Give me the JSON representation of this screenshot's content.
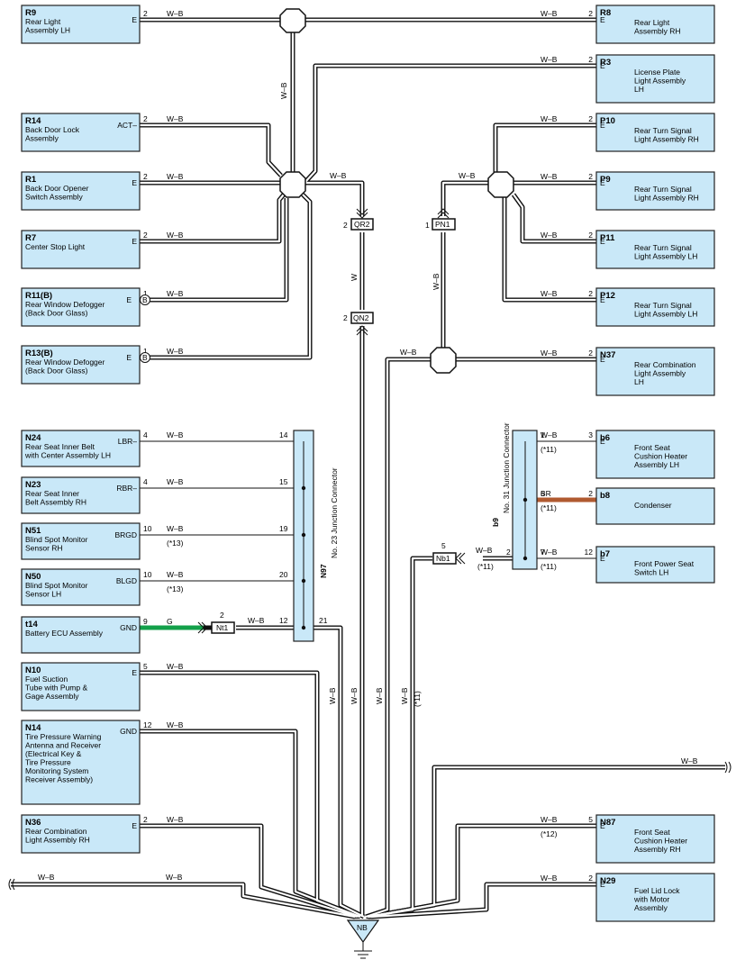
{
  "components": [
    {
      "id": "r9",
      "code": "R9",
      "lines": [
        "Rear Light",
        "Assembly LH"
      ],
      "pin_label": "E",
      "pin": "2",
      "wire": "W–B"
    },
    {
      "id": "r14",
      "code": "R14",
      "lines": [
        "Back Door Lock",
        "Assembly"
      ],
      "pin_label": "ACT–",
      "pin": "2",
      "wire": "W–B"
    },
    {
      "id": "r1",
      "code": "R1",
      "lines": [
        "Back Door Opener",
        "Switch Assembly"
      ],
      "pin_label": "E",
      "pin": "2",
      "wire": "W–B"
    },
    {
      "id": "r7",
      "code": "R7",
      "lines": [
        "Center Stop Light"
      ],
      "pin_label": "E",
      "pin": "2",
      "wire": "W–B"
    },
    {
      "id": "r11",
      "code": "R11(B)",
      "lines": [
        "Rear Window Defogger",
        "(Back Door Glass)"
      ],
      "pin_label": "E",
      "pin": "1",
      "wire": "W–B"
    },
    {
      "id": "r13",
      "code": "R13(B)",
      "lines": [
        "Rear Window Defogger",
        "(Back Door Glass)"
      ],
      "pin_label": "E",
      "pin": "1",
      "wire": "W–B"
    },
    {
      "id": "n24",
      "code": "N24",
      "lines": [
        "Rear Seat Inner Belt",
        "with Center Assembly LH"
      ],
      "pin_label": "LBR–",
      "pin": "4",
      "wire": "W–B"
    },
    {
      "id": "n23",
      "code": "N23",
      "lines": [
        "Rear Seat Inner",
        "Belt Assembly RH"
      ],
      "pin_label": "RBR–",
      "pin": "4",
      "wire": "W–B"
    },
    {
      "id": "n51",
      "code": "N51",
      "lines": [
        "Blind Spot Monitor",
        "Sensor RH"
      ],
      "pin_label": "BRGD",
      "pin": "10",
      "wire": "W–B",
      "note": "(*13)"
    },
    {
      "id": "n50",
      "code": "N50",
      "lines": [
        "Blind Spot Monitor",
        "Sensor LH"
      ],
      "pin_label": "BLGD",
      "pin": "10",
      "wire": "W–B",
      "note": "(*13)"
    },
    {
      "id": "t14",
      "code": "t14",
      "lines": [
        "Battery ECU Assembly"
      ],
      "pin_label": "GND",
      "pin": "9",
      "wire": "G"
    },
    {
      "id": "n10",
      "code": "N10",
      "lines": [
        "Fuel Suction",
        "Tube with Pump &",
        "Gage Assembly"
      ],
      "pin_label": "E",
      "pin": "5",
      "wire": "W–B"
    },
    {
      "id": "n14",
      "code": "N14",
      "lines": [
        "Tire Pressure Warning",
        "Antenna and Receiver",
        "(Electrical Key &",
        "Tire Pressure",
        "Monitoring System",
        "Receiver Assembly)"
      ],
      "pin_label": "GND",
      "pin": "12",
      "wire": "W–B"
    },
    {
      "id": "n36",
      "code": "N36",
      "lines": [
        "Rear Combination",
        "Light Assembly RH"
      ],
      "pin_label": "E",
      "pin": "2",
      "wire": "W–B"
    },
    {
      "id": "r8",
      "code": "R8",
      "lines": [
        "Rear Light",
        "Assembly RH"
      ],
      "pin_label": "E",
      "pin": "2",
      "wire": "W–B"
    },
    {
      "id": "r3",
      "code": "R3",
      "lines": [
        "License Plate",
        "Light Assembly",
        "LH"
      ],
      "pin_label": "E",
      "pin": "2",
      "wire": "W–B"
    },
    {
      "id": "p10",
      "code": "P10",
      "lines": [
        "Rear Turn Signal",
        "Light Assembly RH"
      ],
      "pin_label": "E",
      "pin": "2",
      "wire": "W–B"
    },
    {
      "id": "p9",
      "code": "P9",
      "lines": [
        "Rear Turn Signal",
        "Light Assembly RH"
      ],
      "pin_label": "E",
      "pin": "2",
      "wire": "W–B"
    },
    {
      "id": "p11",
      "code": "P11",
      "lines": [
        "Rear Turn Signal",
        "Light Assembly LH"
      ],
      "pin_label": "E",
      "pin": "2",
      "wire": "W–B"
    },
    {
      "id": "p12",
      "code": "P12",
      "lines": [
        "Rear Turn Signal",
        "Light Assembly LH"
      ],
      "pin_label": "E",
      "pin": "2",
      "wire": "W–B"
    },
    {
      "id": "n37",
      "code": "N37",
      "lines": [
        "Rear Combination",
        "Light Assembly",
        "LH"
      ],
      "pin_label": "E",
      "pin": "2",
      "wire": "W–B"
    },
    {
      "id": "b6",
      "code": "b6",
      "lines": [
        "Front Seat",
        "Cushion Heater",
        "Assembly LH"
      ],
      "pin_label": "E",
      "pin": "3",
      "wire": "W–B",
      "note": "(*11)"
    },
    {
      "id": "b8",
      "code": "b8",
      "lines": [
        "Condenser"
      ],
      "pin_label": "",
      "pin": "2",
      "wire": "BR",
      "note": "(*11)"
    },
    {
      "id": "b7",
      "code": "b7",
      "lines": [
        "Front Power Seat",
        "Switch LH"
      ],
      "pin_label": "E",
      "pin": "12",
      "wire": "W–B",
      "note": "(*11)"
    },
    {
      "id": "n87",
      "code": "N87",
      "lines": [
        "Front Seat",
        "Cushion Heater",
        "Assembly RH"
      ],
      "pin_label": "E",
      "pin": "5",
      "wire": "W–B",
      "note": "(*12)"
    },
    {
      "id": "n29",
      "code": "N29",
      "lines": [
        "Fuel Lid Lock",
        "with Motor",
        "Assembly"
      ],
      "pin_label": "E",
      "pin": "2",
      "wire": "W–B"
    }
  ],
  "junction_n97": {
    "code": "N97",
    "name": "No. 23 Junction Connector",
    "pins": [
      "14",
      "15",
      "19",
      "20",
      "12",
      "21"
    ]
  },
  "junction_b9": {
    "code": "b9",
    "name": "No. 31 Junction Connector",
    "pins": [
      "1",
      "6",
      "2",
      "7"
    ]
  },
  "connectors": {
    "qr2": {
      "label": "QR2",
      "pin_top": "2",
      "pin_bottom": "2"
    },
    "qn2": {
      "label": "QN2",
      "pin": "2"
    },
    "pn1": {
      "label": "PN1",
      "pin": "1"
    },
    "nt1": {
      "label": "Nt1",
      "pin": "2"
    },
    "nb1": {
      "label": "Nb1",
      "pin": "5",
      "note": "(*11)"
    }
  },
  "ground_symbols": {
    "b_mark": "B"
  },
  "wire_labels": {
    "wb": "W–B",
    "w": "W",
    "g": "G",
    "br": "BR",
    "note11": "(*11)"
  },
  "ground": {
    "label": "NB"
  }
}
